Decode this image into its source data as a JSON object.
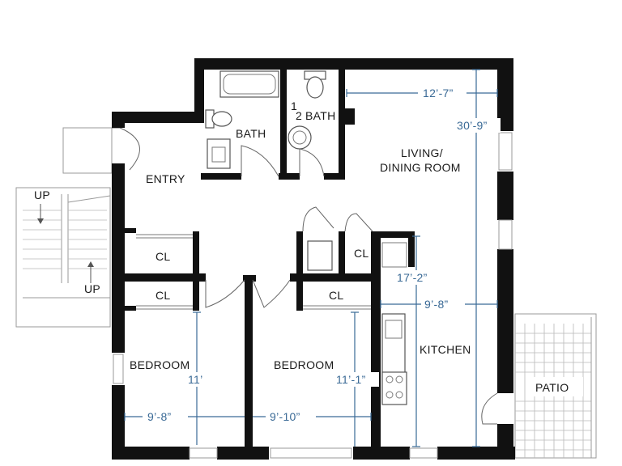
{
  "rooms": {
    "bath": "BATH",
    "half_bath_fraction": "1",
    "half_bath_sub": "2",
    "half_bath_label": "BATH",
    "living_line1": "LIVING/",
    "living_line2": "DINING ROOM",
    "entry": "ENTRY",
    "closet_1": "CL",
    "closet_2": "CL",
    "closet_3": "CL",
    "closet_4": "CL",
    "bedroom_1": "BEDROOM",
    "bedroom_2": "BEDROOM",
    "kitchen": "KITCHEN",
    "patio": "PATIO"
  },
  "stairs": {
    "up_top": "UP",
    "up_bottom": "UP"
  },
  "dimensions": {
    "living_width": "12’-7”",
    "living_depth": "30’-9”",
    "kitchen_depth": "17’-2”",
    "kitchen_width": "9’-8”",
    "bedroom1_depth": "11’",
    "bedroom1_width": "9’-8”",
    "bedroom2_width": "9’-10”",
    "bedroom2_depth": "11’-1”"
  },
  "colors": {
    "wall": "#111111",
    "dimension": "#3a6a96"
  }
}
